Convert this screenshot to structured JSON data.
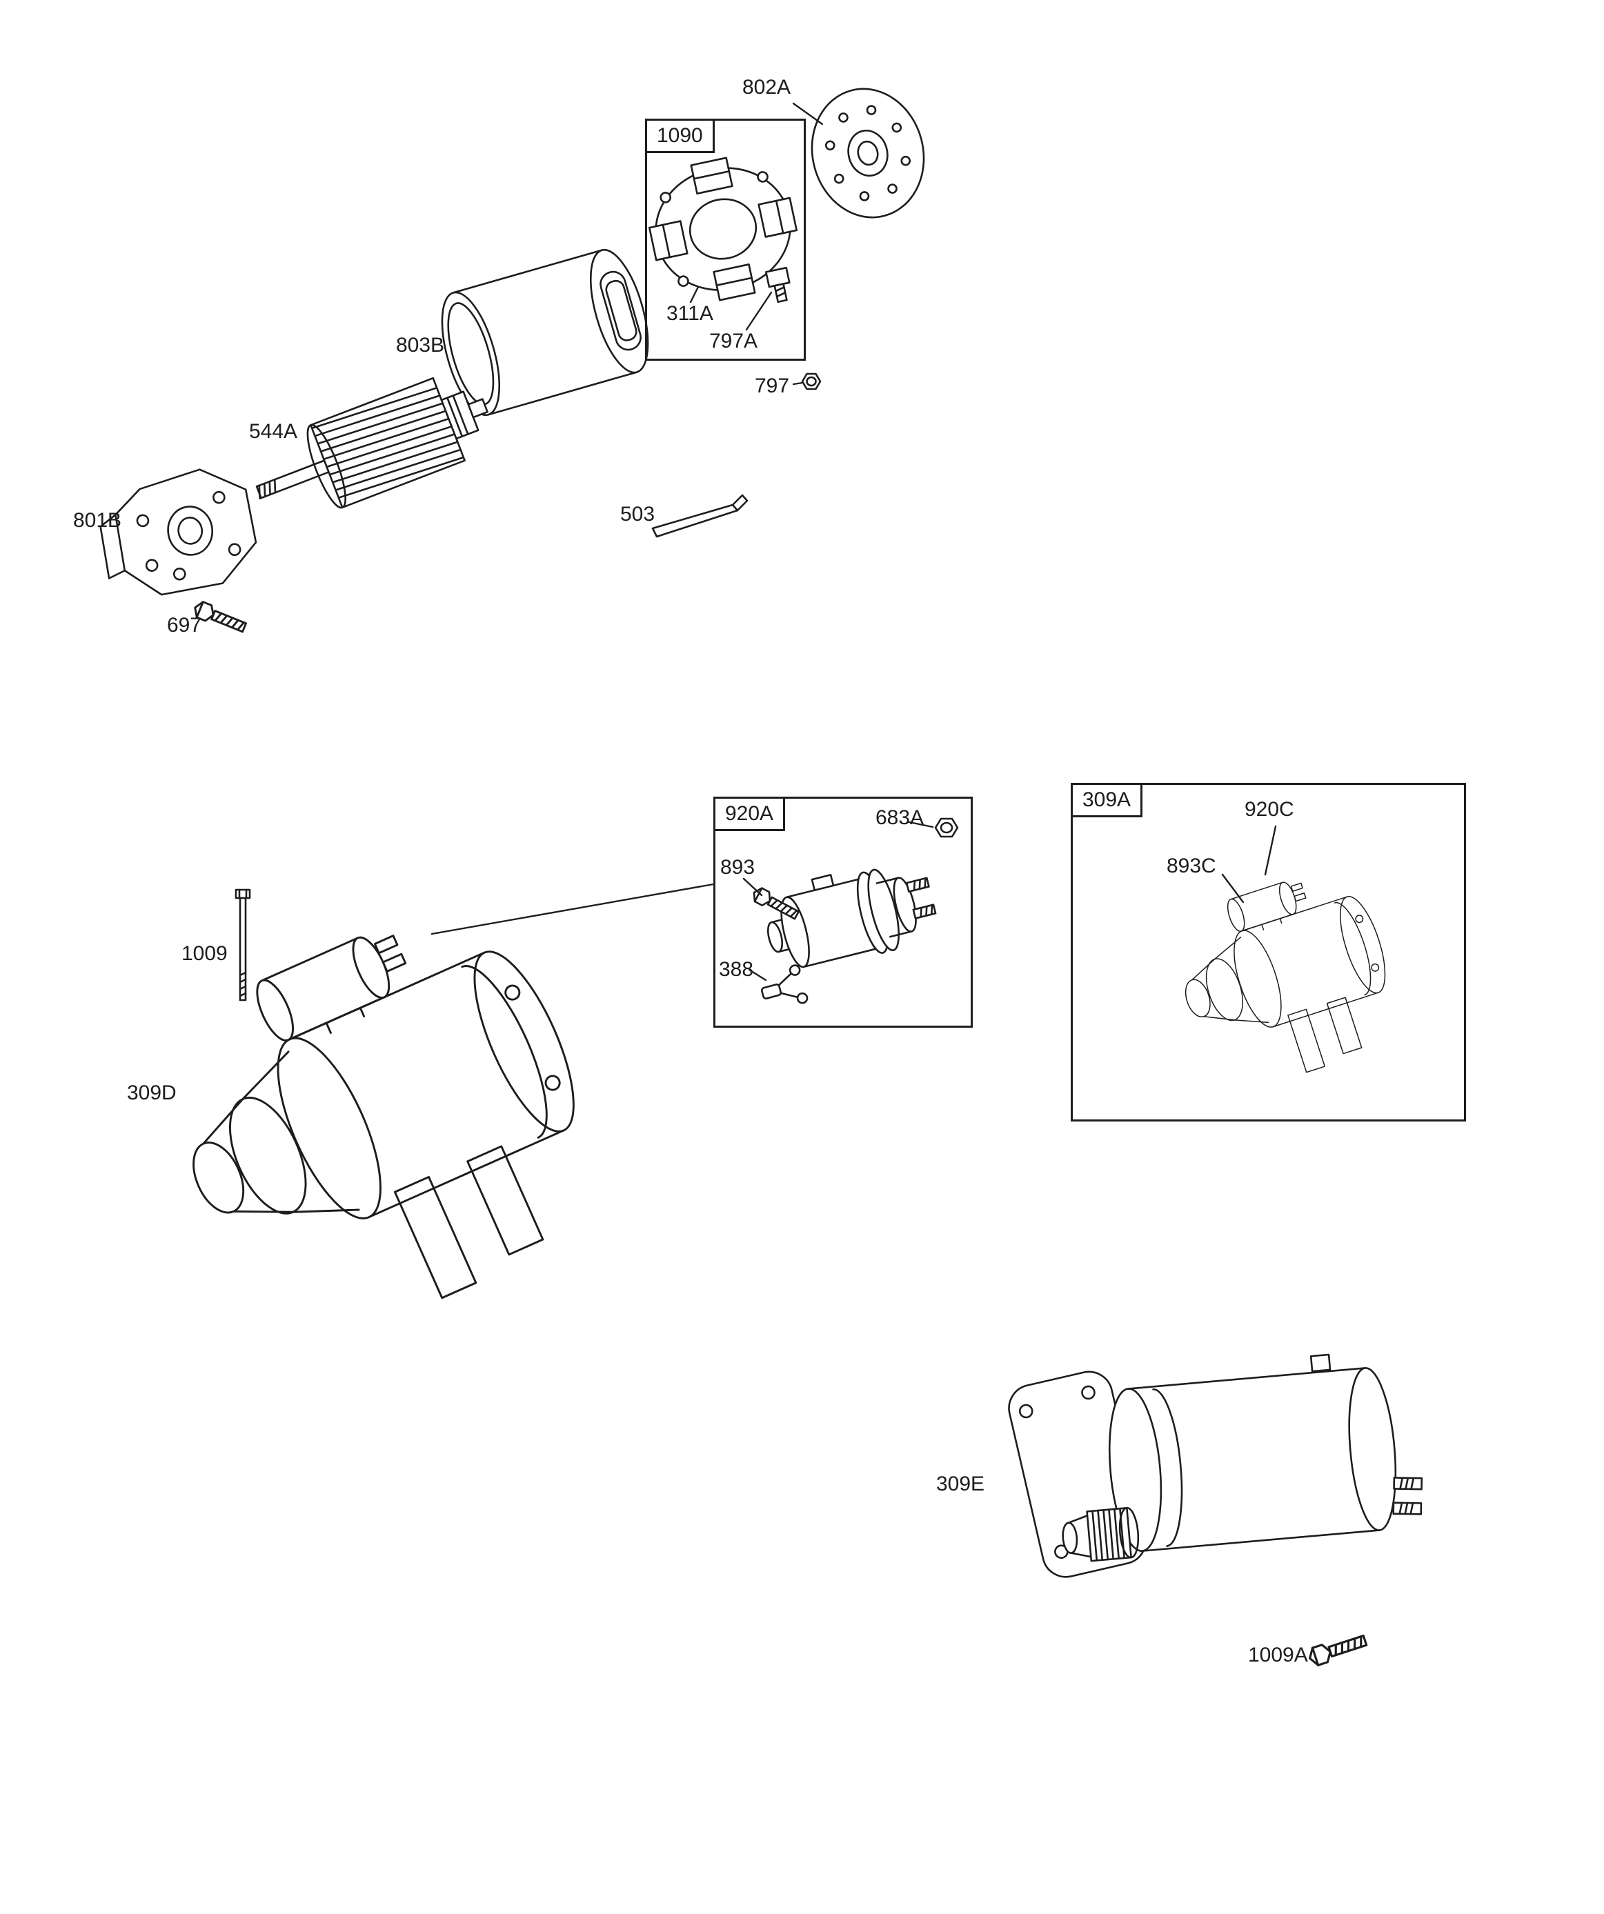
{
  "diagram": {
    "background_color": "#ffffff",
    "line_color": "#1d1d1b",
    "boxes": [
      {
        "label": "1090"
      },
      {
        "label": "920A"
      },
      {
        "label": "309A"
      }
    ],
    "labels": [
      {
        "text": "802A"
      },
      {
        "text": "311A"
      },
      {
        "text": "797A"
      },
      {
        "text": "797"
      },
      {
        "text": "803B"
      },
      {
        "text": "544A"
      },
      {
        "text": "801B"
      },
      {
        "text": "697"
      },
      {
        "text": "503"
      },
      {
        "text": "1009"
      },
      {
        "text": "309D"
      },
      {
        "text": "683A"
      },
      {
        "text": "893"
      },
      {
        "text": "388"
      },
      {
        "text": "920C"
      },
      {
        "text": "893C"
      },
      {
        "text": "309E"
      },
      {
        "text": "1009A"
      }
    ]
  }
}
